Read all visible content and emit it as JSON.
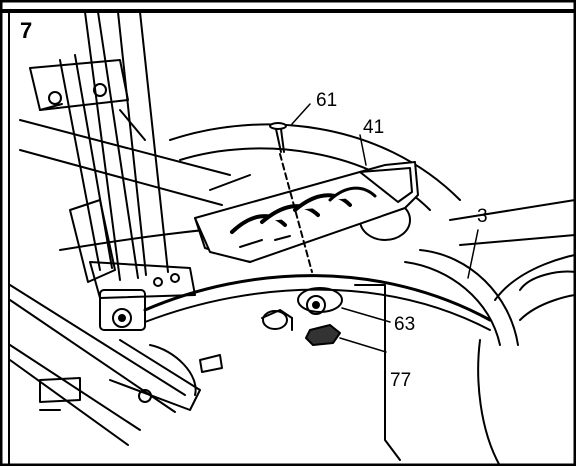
{
  "diagram": {
    "step_number": "7",
    "callouts": {
      "part_61": "61",
      "part_41": "41",
      "part_3": "3",
      "part_63": "63",
      "part_77": "77"
    }
  }
}
